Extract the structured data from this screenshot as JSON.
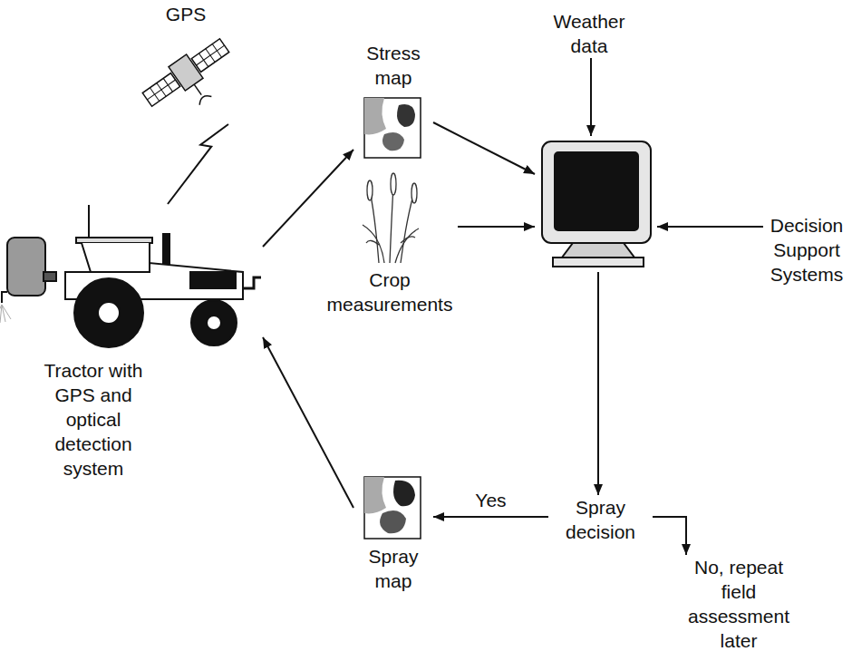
{
  "diagram": {
    "nodes": [
      {
        "text": [
          "Tractor with GPS and optical detection system"
        ]
      },
      {
        "text": [
          "GPS"
        ]
      },
      {
        "text": [
          "Stress map"
        ]
      },
      {
        "text": [
          "Weather data"
        ]
      },
      {
        "text": [
          "Crop measurements"
        ]
      },
      {
        "text": []
      },
      {
        "text": [
          "Decision Support Systems"
        ]
      },
      {
        "text": [
          "Spray decision"
        ]
      },
      {
        "text": [
          "Spray map"
        ]
      },
      {
        "text": [
          "No, repeat field assessment later"
        ]
      }
    ],
    "edges": [
      {
        "from": 0,
        "to": 1,
        "arrow": "none"
      },
      {
        "from": 0,
        "to": 2,
        "arrow": "to"
      },
      {
        "from": 2,
        "to": 5,
        "arrow": "to"
      },
      {
        "from": 3,
        "to": 5,
        "arrow": "to"
      },
      {
        "from": 4,
        "to": 5,
        "arrow": "to"
      },
      {
        "from": 6,
        "to": 5,
        "arrow": "to"
      },
      {
        "from": 5,
        "to": 7,
        "arrow": "to"
      },
      {
        "from": 7,
        "to": 8,
        "label": "Yes",
        "arrow": "to"
      },
      {
        "from": 7,
        "to": 9,
        "arrow": "to"
      },
      {
        "from": 8,
        "to": 0,
        "arrow": "to"
      }
    ]
  }
}
